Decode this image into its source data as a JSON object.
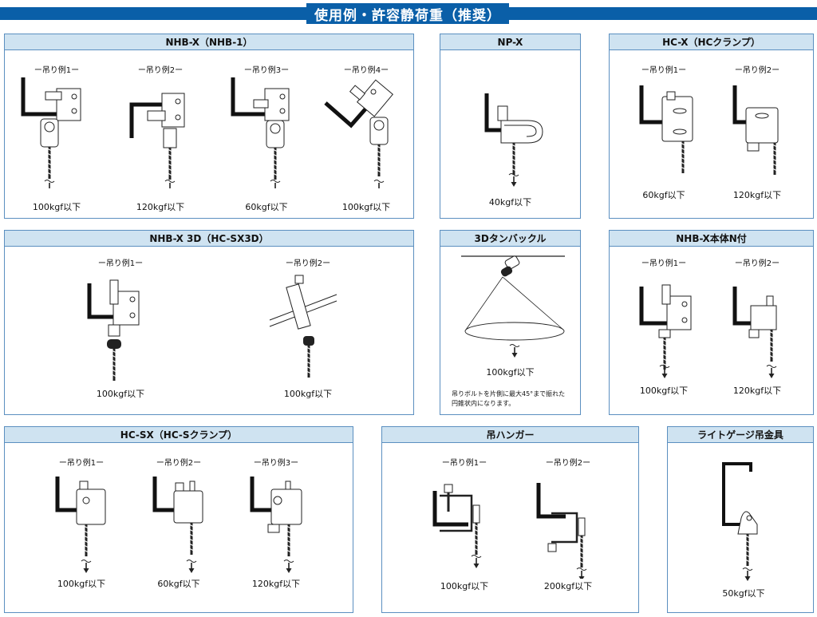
{
  "header": {
    "title": "使用例・許容静荷重（推奨）"
  },
  "panels": {
    "nhbx": {
      "title": "NHB-X（NHB-1）",
      "examples": [
        {
          "label": "ー吊り例1ー",
          "load": "100kgf以下"
        },
        {
          "label": "ー吊り例2ー",
          "load": "120kgf以下"
        },
        {
          "label": "ー吊り例3ー",
          "load": "60kgf以下"
        },
        {
          "label": "ー吊り例4ー",
          "load": "100kgf以下"
        }
      ]
    },
    "npx": {
      "title": "NP-X",
      "examples": [
        {
          "load": "40kgf以下"
        }
      ]
    },
    "hcx": {
      "title": "HC-X（HCクランプ）",
      "examples": [
        {
          "label": "ー吊り例1ー",
          "load": "60kgf以下"
        },
        {
          "label": "ー吊り例2ー",
          "load": "120kgf以下"
        }
      ]
    },
    "nhbx3d": {
      "title": "NHB-X 3D（HC-SX3D）",
      "examples": [
        {
          "label": "ー吊り例1ー",
          "load": "100kgf以下"
        },
        {
          "label": "ー吊り例2ー",
          "load": "100kgf以下"
        }
      ]
    },
    "turnbuckle": {
      "title": "3Dタンバックル",
      "load": "100kgf以下",
      "note_line1": "吊りボルトを片側に最大45°まで振れた",
      "note_line2": "円錐状内になります。"
    },
    "nhbxn": {
      "title": "NHB-X本体N付",
      "examples": [
        {
          "label": "ー吊り例1ー",
          "load": "100kgf以下"
        },
        {
          "label": "ー吊り例2ー",
          "load": "120kgf以下"
        }
      ]
    },
    "hcsx": {
      "title": "HC-SX（HC-Sクランプ）",
      "examples": [
        {
          "label": "ー吊り例1ー",
          "load": "100kgf以下"
        },
        {
          "label": "ー吊り例2ー",
          "load": "60kgf以下"
        },
        {
          "label": "ー吊り例3ー",
          "load": "120kgf以下"
        }
      ]
    },
    "hanger": {
      "title": "吊ハンガー",
      "examples": [
        {
          "label": "ー吊り例1ー",
          "load": "100kgf以下"
        },
        {
          "label": "ー吊り例2ー",
          "load": "200kgf以下"
        }
      ]
    },
    "lightgauge": {
      "title": "ライトゲージ吊金具",
      "examples": [
        {
          "load": "50kgf以下"
        }
      ]
    }
  }
}
